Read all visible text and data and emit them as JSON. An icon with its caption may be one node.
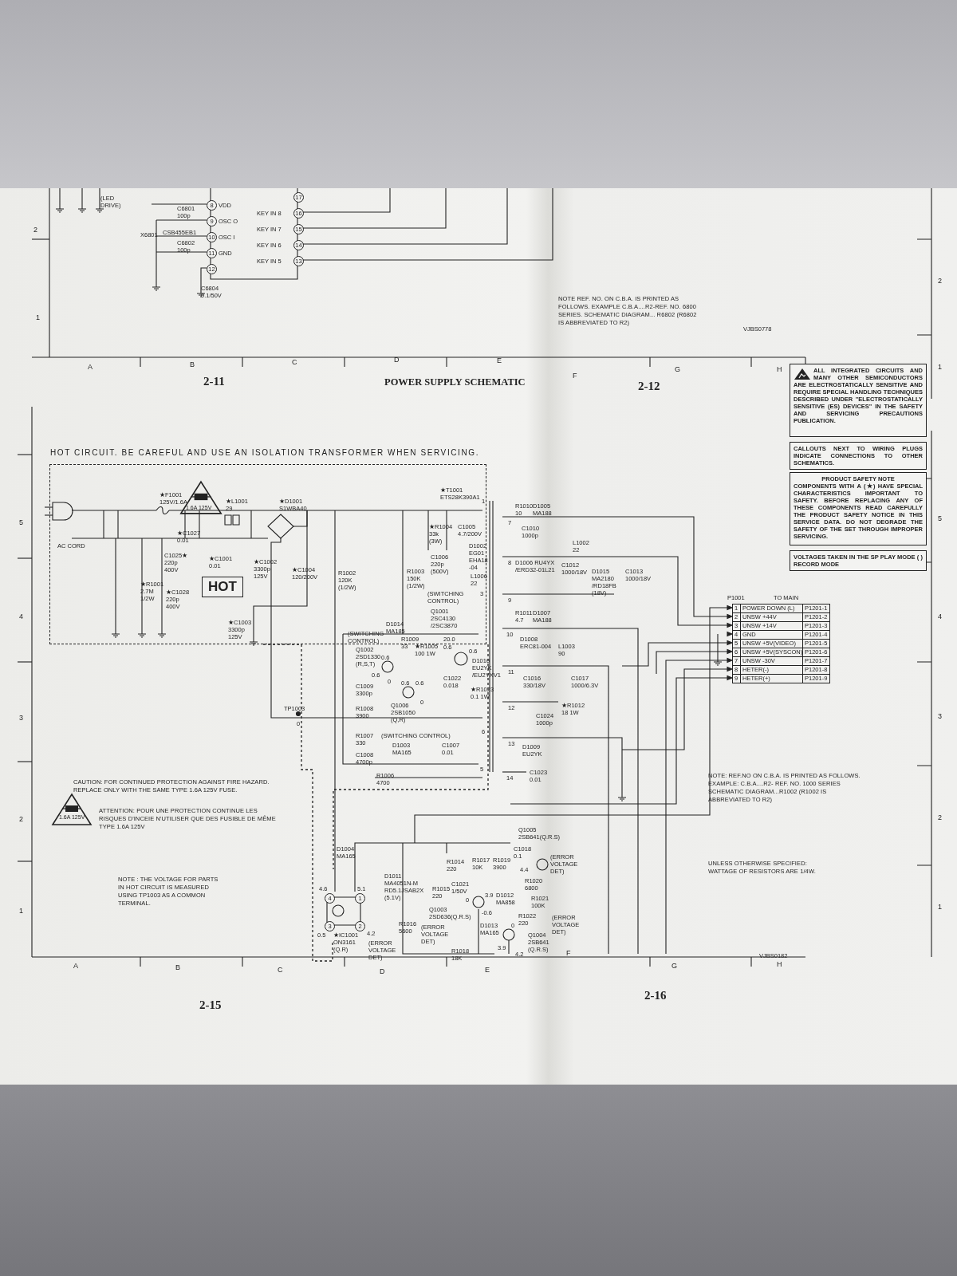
{
  "diagram": {
    "title": "POWER SUPPLY SCHEMATIC",
    "nodes": [
      {
        "text": [
          "ALL INTEGRATED CIRCUITS AND MANY OTHER SEMICONDUCTORS ARE ELECTROSTATICALLY SENSITIVE AND REQUIRE SPECIAL HANDLING TECHNIQUES DESCRIBED UNDER \"ELECTROSTATICALLY SENSITIVE (ES) DEVICES\" IN THE SAFETY AND SERVICING PRECAUTIONS PUBLICATION."
        ]
      },
      {
        "text": [
          "CALLOUTS NEXT TO WIRING PLUGS INDICATE CONNECTIONS TO OTHER SCHEMATICS."
        ]
      },
      {
        "text": [
          "PRODUCT SAFETY NOTE",
          "COMPONENTS WITH A (★) HAVE SPECIAL CHARACTERISTICS IMPORTANT TO SAFETY. BEFORE REPLACING ANY OF THESE COMPONENTS READ CAREFULLY THE PRODUCT SAFETY NOTICE IN THIS SERVICE DATA. DO NOT DEGRADE THE SAFETY OF THE SET THROUGH IMPROPER SERVICING."
        ]
      },
      {
        "text": [
          "VOLTAGES TAKEN IN THE SP PLAY MODE ( ) RECORD MODE"
        ]
      },
      {
        "text": [
          "HOT CIRCUIT. BE CAREFUL AND USE AN ISOLATION TRANSFORMER WHEN SERVICING."
        ]
      },
      {
        "text": [
          "HOT"
        ],
        "in": 4
      }
    ],
    "labels": [
      "(LED DRIVE)",
      "2",
      "1",
      "8",
      "VDD",
      "C6801 100p",
      "9",
      "OSC O",
      "X6801",
      "CSB455EB1",
      "10",
      "OSC I",
      "C6802 100p",
      "11",
      "GND",
      "12",
      "C6804 0.1/50V",
      "17",
      "KEY IN 8",
      "16",
      "KEY IN 7",
      "15",
      "KEY IN 6",
      "14",
      "KEY IN 5",
      "13",
      "A",
      "B",
      "C",
      "D",
      "E",
      "2-11",
      "NOTE REF. NO. ON C.B.A. IS PRINTED AS FOLLOWS. EXAMPLE C.B.A....R2-REF. NO. 6800 SERIES. SCHEMATIC DIAGRAM... R6802 (R6802 IS ABBREVIATED TO R2)",
      "VJBS0778",
      "F",
      "G",
      "H",
      "2-12",
      "2",
      "1",
      "5",
      "4",
      "3",
      "2",
      "1",
      "5",
      "4",
      "3",
      "2",
      "1",
      "★F1001 125V/1.6A",
      "1.6A 125V",
      "★L1001 29",
      "★D1001 S1WBA40",
      "★T1001 ETS28K390A1",
      "AC CORD",
      "★C1027 0.01",
      "C1025★ 220p 400V",
      "★C1001 0.01",
      "★C1002 3300p 125V",
      "★C1004 120/200V",
      "R1002 120K (1/2W)",
      "★R1001 2.7M 1/2W",
      "★C1028 220p 400V",
      "★C1003 3300p 125V",
      "★R1004 33k (3W)",
      "C1005 4.7/200V",
      "C1006 220p (500V)",
      "R1003 150K (1/2W)",
      "D1002 EG01 EHA18 -04",
      "L1006 22",
      "1",
      "3",
      "6",
      "5",
      "(SWITCHING CONTROL)",
      "Q1001 2SC4130 /2SC3870",
      "D1014 MA185",
      "(SWITCHING CONTROL)",
      "R1009 33",
      "Q1002 2SD1330 (R,S,T)",
      "20.0",
      "0.6",
      "0.6",
      "0.6",
      "0.6",
      "0",
      "0.6",
      "0.6",
      "0",
      "★R1005 100 1W",
      "D1010 EU2YK /EU2YXV1",
      "C1009 3300p",
      "C1022 0.018",
      "★R1023 0.1 1W",
      "R1008 3900",
      "Q1006 2SB1050 (Q,R)",
      "TP1003",
      "0",
      "R1007 330",
      "C1008 4700p",
      "(SWITCHING CONTROL)",
      "D1003 MA165",
      "C1007 0.01",
      "R1006 4700",
      "7",
      "8",
      "9",
      "10",
      "11",
      "12",
      "13",
      "14",
      "R1010 10",
      "D1005 MA188",
      "C1010 1000p",
      "D1006 RU4YX /ERD32-01L21",
      "C1012 1000/18V",
      "L1002 22",
      "D1015 MA2180 /RD18FB (18V)",
      "C1013 1000/18V",
      "R1011 4.7",
      "D1007 MA188",
      "D1008 ERC81-004",
      "L1003 90",
      "C1016 330/18V",
      "C1017 1000/6.3V",
      "★R1012 18 1W",
      "C1024 1000p",
      "D1009 EU2YK",
      "C1023 0.01",
      "P1001",
      "TO MAIN",
      "1",
      "POWER DOWN (L)",
      "P1201-1",
      "2",
      "UNSW +44V",
      "P1201-2",
      "3",
      "UNSW +14V",
      "P1201-3",
      "4",
      "GND",
      "P1201-4",
      "5",
      "UNSW +5V(VIDEO)",
      "P1201-5",
      "6",
      "UNSW +5V(SYSCON)",
      "P1201-6",
      "7",
      "UNSW -30V",
      "P1201-7",
      "8",
      "HETER(-)",
      "P1201-8",
      "9",
      "HETER(+)",
      "P1201-9",
      "NOTE: REF.NO ON C.B.A. IS PRINTED AS FOLLOWS. EXAMPLE: C.B.A....R2- REF. NO. 1000 SERIES SCHEMATIC DIAGRAM...R1002 (R1002 IS ABBREVIATED TO R2)",
      "UNLESS OTHERWISE SPECIFIED: WATTAGE OF RESISTORS ARE 1/4W.",
      "VJBS0182",
      "CAUTION: FOR CONTINUED PROTECTION AGAINST FIRE HAZARD. REPLACE ONLY WITH THE SAME TYPE 1.6A 125V FUSE.",
      "ATTENTION: POUR UNE PROTECTION CONTINUE LES RISQUES D'INCEIE N'UTILISER QUE DES FUSIBLE DE MÊME TYPE 1.6A 125V",
      "1.6A 125V",
      "NOTE : THE VOLTAGE FOR PARTS IN HOT CIRCUIT IS MEASURED USING TP1003 AS A COMMON TERMINAL.",
      "D1004 MA165",
      "4.6",
      "5.1",
      "4",
      "1",
      "3",
      "2",
      "0.5",
      "4.2",
      "★IC1001 ON3161 (Q.R)",
      "(ERROR VOLTAGE DET)",
      "D1011 MA4051N-M RD5.1JSAB2X (5.1V)",
      "R1014 220",
      "R1015 220",
      "C1021 1/50V",
      "0",
      "3.9",
      "Q1003 2SD636(Q.R.S)",
      "-0.6",
      "R1016 5600",
      "(ERROR VOLTAGE DET)",
      "R1018 18K",
      "R1017 10K",
      "R1019 3900",
      "C1018 0.1",
      "4.4",
      "Q1005 2SB641(Q.R.S)",
      "(ERROR VOLTAGE DET)",
      "R1020 6800",
      "D1012 MA858",
      "R1021 100K",
      "D1013 MA165",
      "R1022 220",
      "0",
      "Q1004 2SB641 (Q.R.S)",
      "3.9",
      "4.2",
      "(ERROR VOLTAGE DET)",
      "A",
      "B",
      "C",
      "D",
      "E",
      "F",
      "G",
      "H",
      "2-15",
      "2-16"
    ]
  }
}
